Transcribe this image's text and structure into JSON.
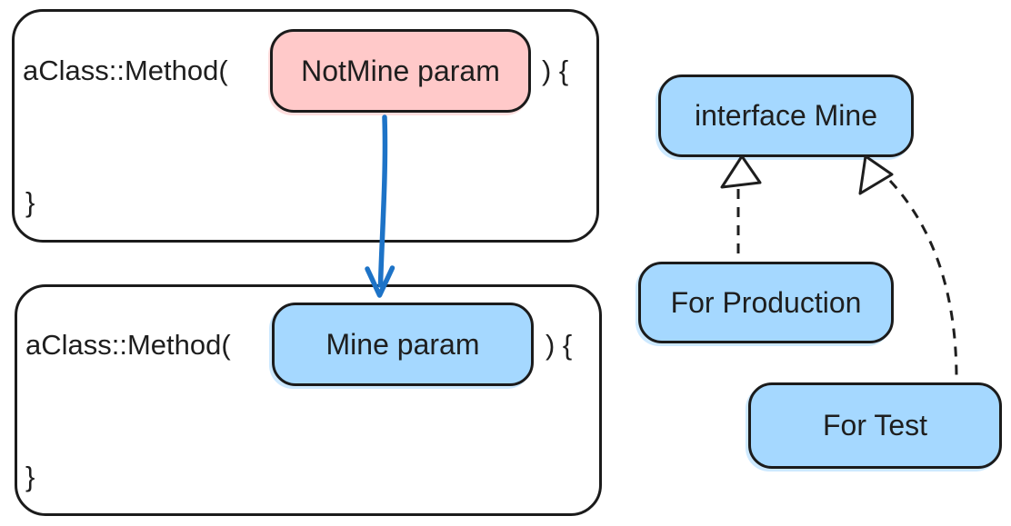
{
  "code_blocks": [
    {
      "prefix": "aClass::Method(",
      "param": "NotMine param",
      "suffix": ") {",
      "close_brace": "}",
      "param_fill": "#ffc9c9"
    },
    {
      "prefix": "aClass::Method(",
      "param": "Mine param",
      "suffix": ") {",
      "close_brace": "}",
      "param_fill": "#a5d8ff"
    }
  ],
  "uml": {
    "interface_label": "interface Mine",
    "implementations": [
      {
        "label": "For Production"
      },
      {
        "label": "For Test"
      }
    ]
  },
  "connectors": [
    {
      "from": "NotMine param",
      "to": "Mine param",
      "style": "solid-blue-arrow"
    },
    {
      "from": "For Production",
      "to": "interface Mine",
      "style": "dashed-hollow-triangle"
    },
    {
      "from": "For Test",
      "to": "interface Mine",
      "style": "dashed-hollow-triangle"
    }
  ],
  "colors": {
    "notmine_fill": "#ffc9c9",
    "mine_fill": "#a5d8ff",
    "stroke": "#1e1e1e",
    "replace_arrow": "#1d73c7",
    "background": "#ffffff"
  }
}
